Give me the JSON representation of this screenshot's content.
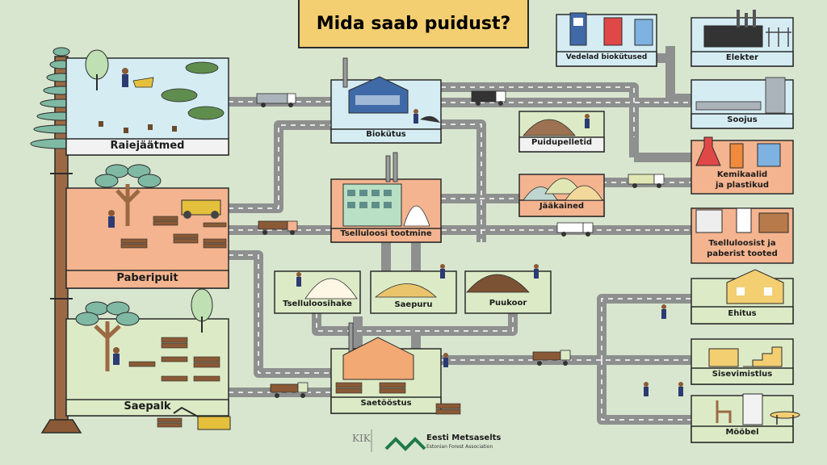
{
  "title": "Mida saab puidust?",
  "sources": {
    "ralejaatmed": "Raiejäätmed",
    "paberipuit": "Paberipuit",
    "saepalk": "Saepalk"
  },
  "processes": {
    "biokytus": "Biokütus",
    "tselluloos": "Tselluloosi tootmine",
    "saetoostus": "Saetööstus",
    "puidupelletid": "Puidupelletid",
    "jaakained": "Jääkained",
    "tselluloosihake": "Tselluloosihake",
    "saepuru": "Saepuru",
    "puukoor": "Puukoor"
  },
  "products": {
    "vedelad": "Vedelad biokütused",
    "elekter": "Elekter",
    "soojus": "Soojus",
    "kemikaalid_1": "Kemikaalid",
    "kemikaalid_2": "ja plastikud",
    "paber_1": "Tselluloosist ja",
    "paber_2": "paberist tooted",
    "ehitus": "Ehitus",
    "sisevimistlus": "Sisevimistlus",
    "moobel": "Mööbel"
  },
  "footer": {
    "logo1": "KIK",
    "org_name": "Eesti Metsaselts",
    "org_sub": "Estonian Forest Association"
  },
  "colors": {
    "background": "#d9e6cf",
    "blue_box": "#d5ecf3",
    "orange_box": "#f3b48f",
    "green_box": "#dcebc6",
    "label_band": "#f2f2f2",
    "road": "#8f9190",
    "title": "#f3cf72"
  }
}
